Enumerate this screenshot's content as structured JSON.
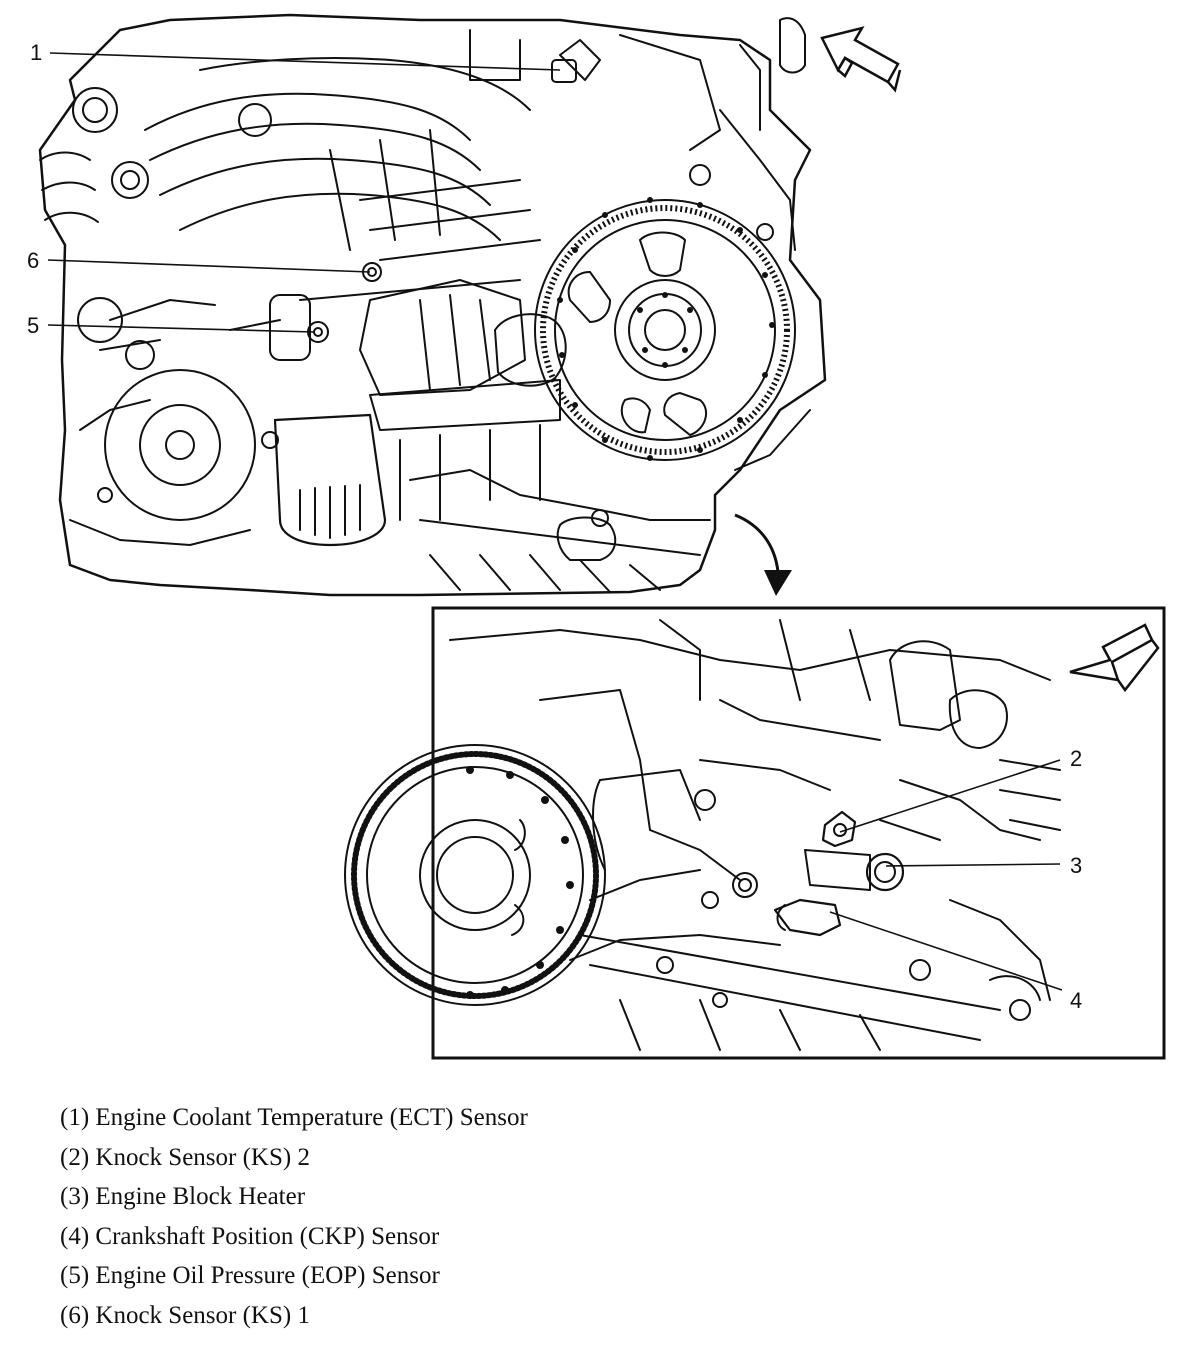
{
  "callouts": [
    {
      "number": "1"
    },
    {
      "number": "2"
    },
    {
      "number": "3"
    },
    {
      "number": "4"
    },
    {
      "number": "5"
    },
    {
      "number": "6"
    }
  ],
  "legend": [
    "(1) Engine Coolant Temperature (ECT) Sensor",
    "(2) Knock Sensor (KS) 2",
    "(3) Engine Block Heater",
    "(4) Crankshaft Position (CKP) Sensor",
    "(5) Engine Oil Pressure (EOP) Sensor",
    "(6) Knock Sensor (KS) 1"
  ]
}
